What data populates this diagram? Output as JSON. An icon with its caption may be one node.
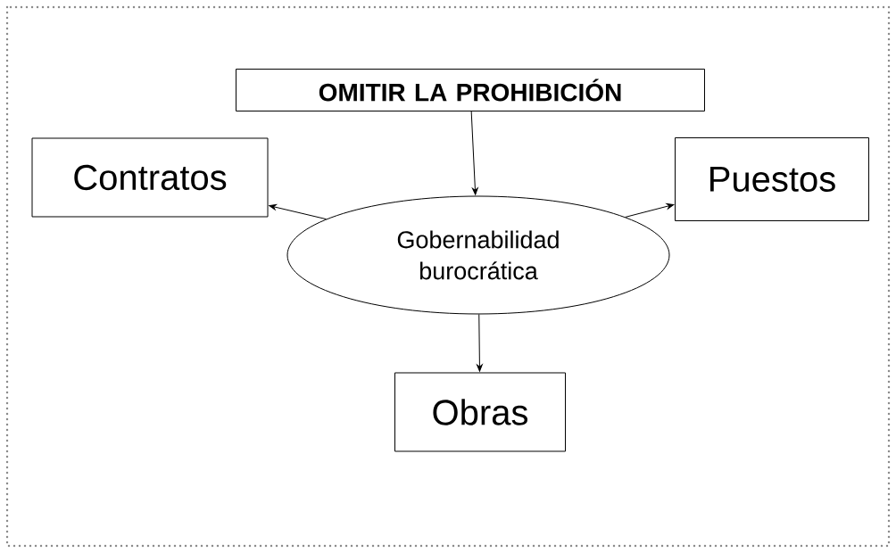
{
  "diagram": {
    "nodes": [
      {
        "text": [
          "**OMITIR LA PROHIBICIÓN**"
        ]
      },
      {
        "text": [
          "Contratos"
        ]
      },
      {
        "text": [
          "Gobernabilidad burocrática"
        ]
      },
      {
        "text": [
          "Puestos"
        ]
      },
      {
        "text": [
          "Obras"
        ]
      }
    ],
    "edges": [
      {
        "from": 0,
        "to": 2,
        "arrow": "to"
      },
      {
        "from": 2,
        "to": 1,
        "arrow": "to"
      },
      {
        "from": 2,
        "to": 3,
        "arrow": "to"
      },
      {
        "from": 2,
        "to": 4,
        "arrow": "to"
      }
    ]
  }
}
